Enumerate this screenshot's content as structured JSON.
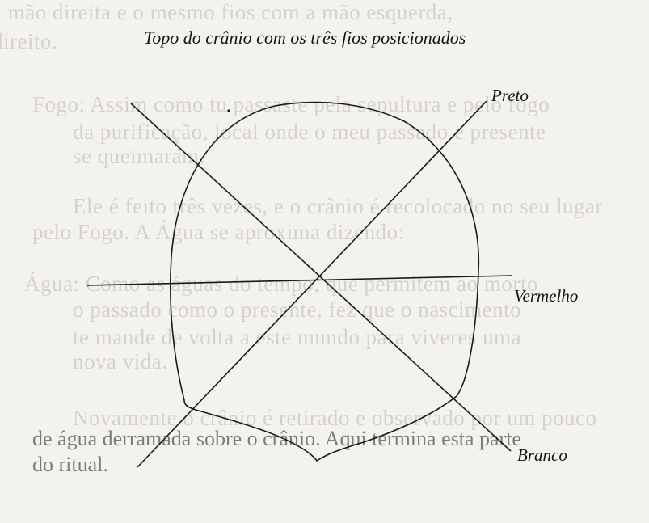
{
  "diagram": {
    "title": "Topo do crânio com os três fios posicionados",
    "wires": [
      {
        "label": "Preto"
      },
      {
        "label": "Vermelho"
      },
      {
        "label": "Branco"
      }
    ]
  },
  "background_text": {
    "faint_lines": [
      "a mão direita e o mesmo fios com a mão esquerda,",
      "direito.",
      "Fogo: Assim como tu passaste pela sepultura e pelo fogo",
      "da purificação, local onde o meu passado e presente",
      "se queimaram.",
      "Ele é feito três vezes, e o crânio é recolocado no seu lugar",
      "pelo Fogo. A Água se aproxima dizendo:",
      "Água: Como as águas do tempo, que permitem ao morto",
      "o passado como o presente, fez que o nascimento",
      "te mande de volta a este mundo para viveres uma",
      "nova vida.",
      "Novamente o crânio é retirado e observado por um pouco",
      "de água derramada sobre o crânio. Aqui termina esta parte",
      "do ritual."
    ]
  }
}
